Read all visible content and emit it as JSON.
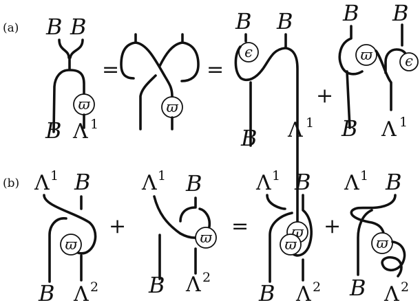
{
  "panels": [
    {
      "tag": "(a)",
      "operators": [
        "=",
        "=",
        "+"
      ],
      "terms": [
        {
          "labels_top": [
            "B",
            "B"
          ],
          "labels_bottom": [
            "B",
            "Λ",
            "1"
          ],
          "nodes": [
            "ϖ"
          ]
        },
        {
          "nodes": [
            "ϖ"
          ]
        },
        {
          "labels_top": [
            "B",
            "B"
          ],
          "labels_bottom": [
            "B",
            "Λ",
            "1"
          ],
          "nodes": [
            "ϵ",
            "ϖ"
          ]
        },
        {
          "labels_top": [
            "B",
            "B"
          ],
          "labels_bottom": [
            "B",
            "Λ",
            "1"
          ],
          "nodes": [
            "ϖ",
            "ϵ"
          ]
        }
      ]
    },
    {
      "tag": "(b)",
      "operators": [
        "+",
        "=",
        "+"
      ],
      "terms": [
        {
          "labels_top": [
            "Λ",
            "1",
            "B"
          ],
          "labels_bottom": [
            "B",
            "Λ",
            "2"
          ],
          "nodes": [
            "ϖ"
          ]
        },
        {
          "labels_top": [
            "Λ",
            "1",
            "B"
          ],
          "labels_bottom": [
            "B",
            "Λ",
            "2"
          ],
          "nodes": [
            "ϖ"
          ]
        },
        {
          "labels_top": [
            "Λ",
            "1",
            "B"
          ],
          "labels_bottom": [
            "B",
            "Λ",
            "2"
          ],
          "nodes": [
            "ϖ"
          ]
        },
        {
          "labels_top": [
            "Λ",
            "1",
            "B"
          ],
          "labels_bottom": [
            "B",
            "Λ",
            "2"
          ],
          "nodes": [
            "ϖ"
          ]
        }
      ]
    }
  ]
}
